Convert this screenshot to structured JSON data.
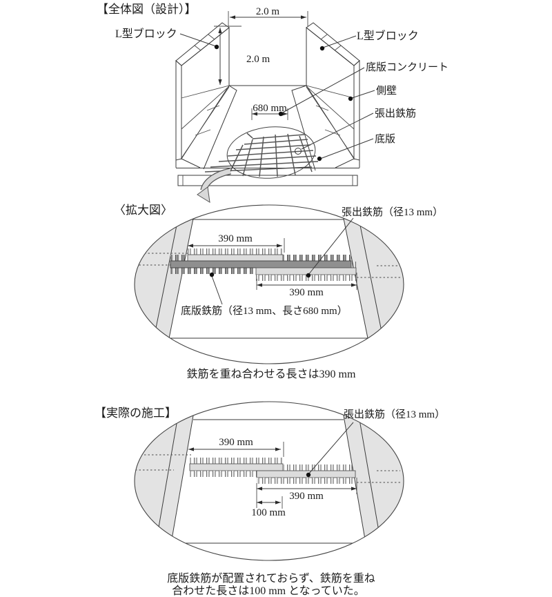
{
  "colors": {
    "line": "#3a3a3a",
    "wall_gray": "#e3e3e3",
    "rebar_dark": "#8f8f8f",
    "rebar_light": "#dcdcdc",
    "background": "#ffffff"
  },
  "s1": {
    "title": "【全体図（設計）】",
    "dim_width_top": "2.0 m",
    "dim_height": "2.0 m",
    "dim_gap": "680 mm",
    "label_l_block_left": "L型ブロック",
    "label_l_block_right": "L型ブロック",
    "label_base_concrete": "底版コンクリート",
    "label_side_wall": "側壁",
    "label_overhang_rebar": "張出鉄筋",
    "label_base_slab": "底版"
  },
  "s2": {
    "title": "〈拡大図〉",
    "label_overhang_rebar": "張出鉄筋（径13 mm）",
    "label_base_rebar": "底版鉄筋（径13 mm、長さ680 mm）",
    "dim_left": "390 mm",
    "dim_right": "390 mm",
    "caption": "鉄筋を重ね合わせる長さは390 mm"
  },
  "s3": {
    "title": "【実際の施工】",
    "label_overhang_rebar": "張出鉄筋（径13 mm）",
    "dim_left": "390 mm",
    "dim_right": "390 mm",
    "dim_overlap": "100 mm",
    "caption_line1": "底版鉄筋が配置されておらず、鉄筋を重ね",
    "caption_line2": "合わせた長さは100 mm となっていた。"
  }
}
